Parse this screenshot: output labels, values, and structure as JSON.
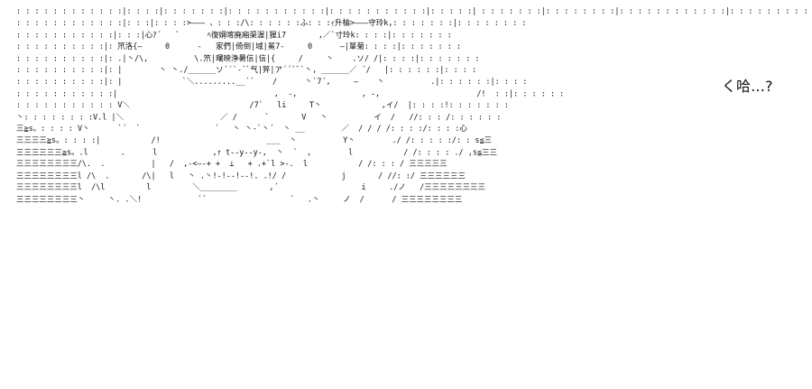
{
  "art": {
    "lines": [
      ": : : : : : : : : : : :|: : : :|: : : : : : :|: : : : : : : : : : :|: : : : : : : : : : :|: : : : :| : : : : : : :|: : : : : : : :|: : : : : : : : : : : :|: : : : : : : : :",
      ": : : : : : : : : : : :|: : :|: : : :>——— 、: : :/\\: : : : : :ふ: : :ｨ升柚>———守玲k,: : : : : : :|: : : : : : : :",
      ": : : : : : : : : : :|: : :|心ｱ´   `      ﾍ復婿喀廃廂渠渥|猩i7       ,／`寸玲k: : : :|: : : : : : :",
      ": : : : : : : : : :|: 笊洛{—     0      -   家們|倚倒|域|冕7-     0      —|箪菊: : : :|: : : : : : :",
      ": : : : : : : : : :|: .|丶/\\,          \\.笊|曙映浄暑信|信|{     /     丶    .ソ/ /|: : : :|: : : : : : :",
      ": : : : : : : : : :|: |        丶 丶./______ソ´´`-`ﾞ气|笄|ア´´`ﾞ`丶, ______／ ´/   |: : : : : :|: : : :",
      ": : : : : : : : : :|: |             `＼.........__´´    /      丶`7´,     —    丶          .|: : : : : :|: : : :",
      ": : : : : : : : : : :|                                  ,  -,              , -,                     /!  : :|: : : : : :",
      ": : : : : : : : : : : V＼                          /7`   li     T丶             ,イ/  |: : : :!: : : : : : :",
      "丶: : : : : : : :V.l |＼                     ／ /      `       V   丶          イ  /   //: : : /: : : : : :",
      "三≧s。: : : : V丶      `´  `                ´   丶 丶-`丶´  丶 __        ／  / / / /: : : :/: : : :心",
      "三三三三≧s。: : : :|           /!                       ___  丶          Y丶        ./ /: : : : :/: : s≦三",
      "三三三三三三≧s。.l       .      l            ,ｧ t--y--y-,  丶  `  ,        l           / /: : : : ./ ,s≦三三",
      "三三三三三三三三/\\.  .          |   /  ,-<—-+ +  ⊥   + .+`l >-.  l           / /: : : / 三三三三三",
      "三三三三三三三三l /\\  .       /\\|   l   丶 .丶!-!--!--!. .!/ /            j       / //: :/ 三三三三三三",
      "三三三三三三三三l  /\\l         l         ＼________       ,´                  i     ./ノ   /三三三三三三三三",
      "三三三三三三三三丶     丶. .＼!            ´´                  ´   .丶     ノ  /      / 三三三三三三三三"
    ]
  },
  "bubble": {
    "text": "く哈…?"
  }
}
